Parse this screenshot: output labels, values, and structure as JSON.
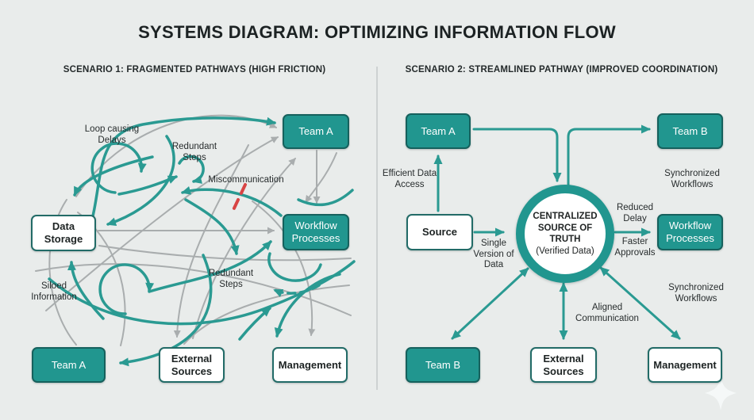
{
  "title": "SYSTEMS DIAGRAM: OPTIMIZING INFORMATION FLOW",
  "colors": {
    "teal": "#21968f",
    "teal_stroke": "#2a9a92",
    "gray_stroke": "#a9adae",
    "node_border": "#16615d",
    "background": "#e9eceb",
    "text": "#212525",
    "red": "#d84444",
    "white": "#ffffff"
  },
  "watermark": {
    "icon": "sparkle"
  },
  "scenario1": {
    "heading": "SCENARIO 1: FRAGMENTED PATHWAYS (HIGH FRICTION)",
    "nodes": [
      {
        "label": "Team A",
        "type": "teal"
      },
      {
        "label": "Data Storage",
        "type": "white"
      },
      {
        "label": "Workflow Processes",
        "type": "teal"
      },
      {
        "label": "Team A",
        "type": "teal"
      },
      {
        "label": "External Sources",
        "type": "white"
      },
      {
        "label": "Management",
        "type": "white"
      }
    ],
    "annotations": [
      {
        "text": "Loop causing Delays"
      },
      {
        "text": "Redundant Steps"
      },
      {
        "text": "Miscommunication"
      },
      {
        "text": "Siloed Information"
      },
      {
        "text": "Redundant Steps"
      }
    ]
  },
  "scenario2": {
    "heading": "SCENARIO 2: STREAMLINED PATHWAY (IMPROVED COORDINATION)",
    "hub": {
      "title": "CENTRALIZED SOURCE OF TRUTH",
      "subtitle": "(Verified Data)"
    },
    "nodes": [
      {
        "label": "Team A",
        "type": "teal"
      },
      {
        "label": "Team B",
        "type": "teal"
      },
      {
        "label": "Source",
        "type": "white"
      },
      {
        "label": "Workflow Processes",
        "type": "teal"
      },
      {
        "label": "Team B",
        "type": "teal"
      },
      {
        "label": "External Sources",
        "type": "white"
      },
      {
        "label": "Management",
        "type": "white"
      }
    ],
    "annotations": [
      {
        "text": "Efficient Data Access"
      },
      {
        "text": "Synchronized Workflows"
      },
      {
        "text": "Reduced Delay"
      },
      {
        "text": "Faster Approvals"
      },
      {
        "text": "Single Version of Data"
      },
      {
        "text": "Aligned Communication"
      },
      {
        "text": "Synchronized Workflows"
      }
    ]
  }
}
